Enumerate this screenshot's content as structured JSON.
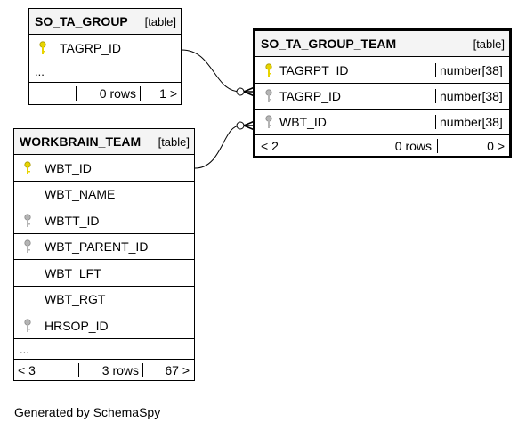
{
  "tables": {
    "so_ta_group": {
      "name": "SO_TA_GROUP",
      "kind": "[table]",
      "columns": [
        {
          "name": "TAGRP_ID",
          "key": "primary"
        }
      ],
      "ellipsis": "...",
      "footer": {
        "prev": "",
        "rows": "0 rows",
        "next": "1 >"
      }
    },
    "so_ta_group_team": {
      "name": "SO_TA_GROUP_TEAM",
      "kind": "[table]",
      "columns": [
        {
          "name": "TAGRPT_ID",
          "type": "number[38]",
          "key": "primary"
        },
        {
          "name": "TAGRP_ID",
          "type": "number[38]",
          "key": "foreign"
        },
        {
          "name": "WBT_ID",
          "type": "number[38]",
          "key": "foreign"
        }
      ],
      "footer": {
        "prev": "< 2",
        "rows": "0 rows",
        "next": "0 >"
      }
    },
    "workbrain_team": {
      "name": "WORKBRAIN_TEAM",
      "kind": "[table]",
      "columns": [
        {
          "name": "WBT_ID",
          "key": "primary"
        },
        {
          "name": "WBT_NAME",
          "key": "none"
        },
        {
          "name": "WBTT_ID",
          "key": "foreign"
        },
        {
          "name": "WBT_PARENT_ID",
          "key": "foreign"
        },
        {
          "name": "WBT_LFT",
          "key": "none"
        },
        {
          "name": "WBT_RGT",
          "key": "none"
        },
        {
          "name": "HRSOP_ID",
          "key": "foreign"
        }
      ],
      "ellipsis": "...",
      "footer": {
        "prev": "< 3",
        "rows": "3 rows",
        "next": "67 >"
      }
    }
  },
  "colors": {
    "primary_key": "#e8d400",
    "foreign_key": "#b4b4b4",
    "header_bg": "#f4f4f4"
  },
  "credit": "Generated by SchemaSpy"
}
